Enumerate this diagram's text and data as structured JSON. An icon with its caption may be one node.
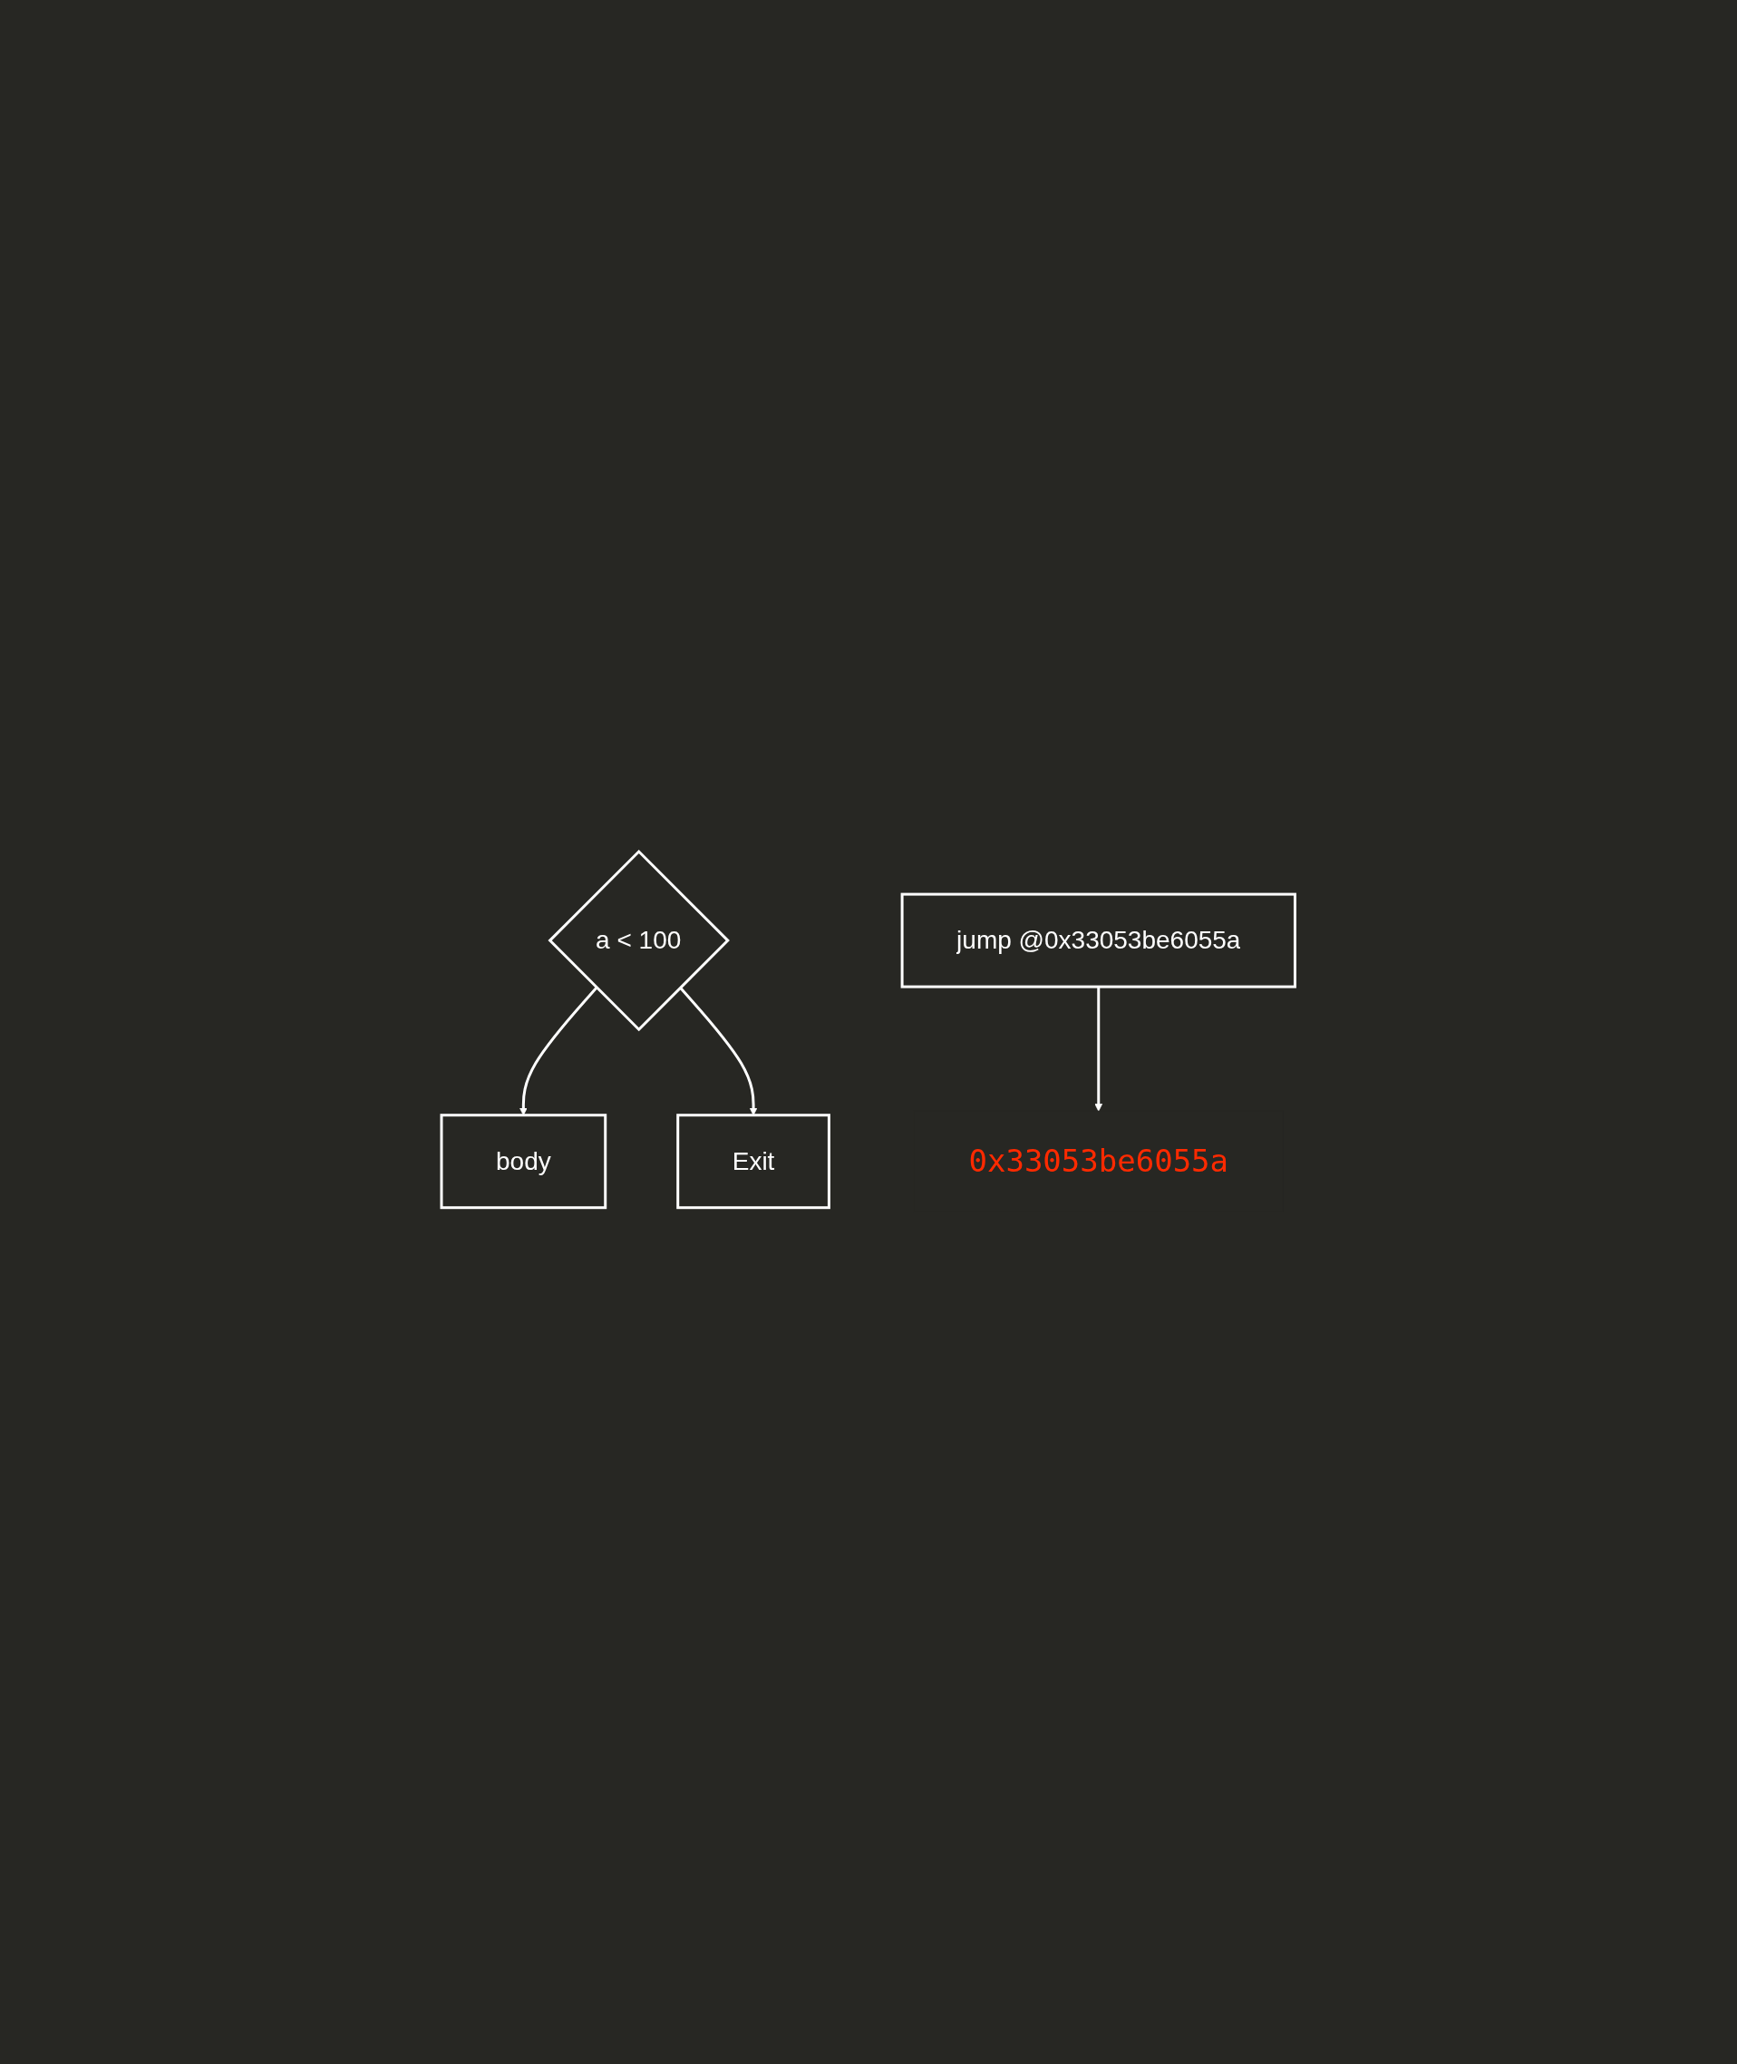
{
  "diagram": {
    "nodes": [
      {
        "text": [
          "0x33053be6055a"
        ]
      },
      {
        "text": [
          "a < 100"
        ]
      },
      {
        "text": [
          "body"
        ]
      },
      {
        "text": [
          "jump @0x33053be6055a"
        ]
      },
      {
        "text": [
          "Exit"
        ]
      }
    ],
    "edges": [
      {
        "from": 3,
        "to": 0,
        "arrow": "to"
      },
      {
        "from": 1,
        "to": 2,
        "arrow": "to"
      },
      {
        "from": 1,
        "to": 4,
        "arrow": "to"
      }
    ]
  }
}
